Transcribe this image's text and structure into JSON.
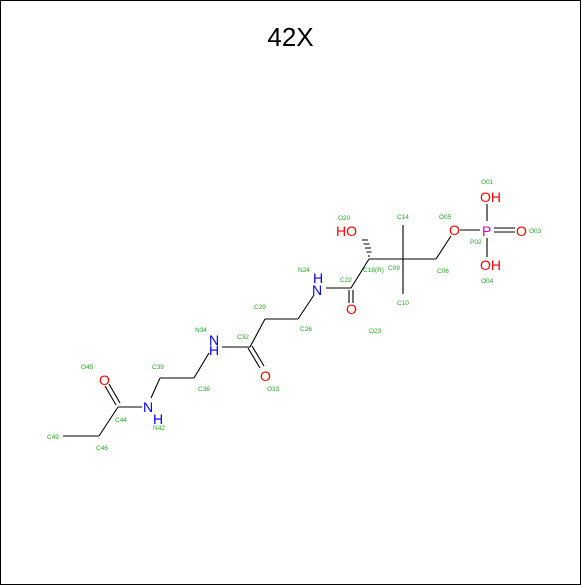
{
  "title": "42X",
  "colors": {
    "oxygen": "#ff0000",
    "nitrogen": "#0000ff",
    "phosphorus": "#cc00cc",
    "label": "#22aa22",
    "bond": "#000000"
  },
  "atoms": [
    {
      "id": "hydroxyl",
      "text": "HO",
      "color": "#ff0000"
    },
    {
      "id": "o-ester",
      "text": "O",
      "color": "#ff0000"
    },
    {
      "id": "p",
      "text": "P",
      "color": "#cc00cc"
    },
    {
      "id": "oh1",
      "text": "OH",
      "color": "#ff0000"
    },
    {
      "id": "oh2",
      "text": "OH",
      "color": "#ff0000"
    },
    {
      "id": "o-dbl",
      "text": "O",
      "color": "#ff0000"
    },
    {
      "id": "nh24",
      "text": "H",
      "color": "#0000ff"
    },
    {
      "id": "n24",
      "text": "N",
      "color": "#0000ff"
    },
    {
      "id": "o23",
      "text": "O",
      "color": "#ff0000"
    },
    {
      "id": "n34",
      "text": "N",
      "color": "#0000ff"
    },
    {
      "id": "nh34",
      "text": "H",
      "color": "#0000ff"
    },
    {
      "id": "o33",
      "text": "O",
      "color": "#ff0000"
    },
    {
      "id": "n42",
      "text": "N",
      "color": "#0000ff"
    },
    {
      "id": "nh42",
      "text": "H",
      "color": "#0000ff"
    },
    {
      "id": "o45",
      "text": "O",
      "color": "#ff0000"
    }
  ],
  "labels": [
    {
      "id": "O01",
      "text": "O01"
    },
    {
      "id": "O03",
      "text": "O03"
    },
    {
      "id": "P02",
      "text": "P02"
    },
    {
      "id": "O04",
      "text": "O04"
    },
    {
      "id": "O05",
      "text": "O05"
    },
    {
      "id": "C06",
      "text": "C06"
    },
    {
      "id": "C09",
      "text": "C09"
    },
    {
      "id": "C10",
      "text": "C10"
    },
    {
      "id": "C14",
      "text": "C14"
    },
    {
      "id": "O20",
      "text": "O20"
    },
    {
      "id": "C18",
      "text": "C18(R)"
    },
    {
      "id": "C22",
      "text": "C22"
    },
    {
      "id": "O23",
      "text": "O23"
    },
    {
      "id": "N24",
      "text": "N24"
    },
    {
      "id": "C26",
      "text": "C26"
    },
    {
      "id": "C29",
      "text": "C29"
    },
    {
      "id": "C32",
      "text": "C32"
    },
    {
      "id": "O33",
      "text": "O33"
    },
    {
      "id": "N34",
      "text": "N34"
    },
    {
      "id": "C36",
      "text": "C36"
    },
    {
      "id": "C39",
      "text": "C39"
    },
    {
      "id": "N42",
      "text": "N42"
    },
    {
      "id": "C44",
      "text": "C44"
    },
    {
      "id": "O45",
      "text": "O45"
    },
    {
      "id": "C46",
      "text": "C46"
    },
    {
      "id": "C49",
      "text": "C49"
    }
  ]
}
